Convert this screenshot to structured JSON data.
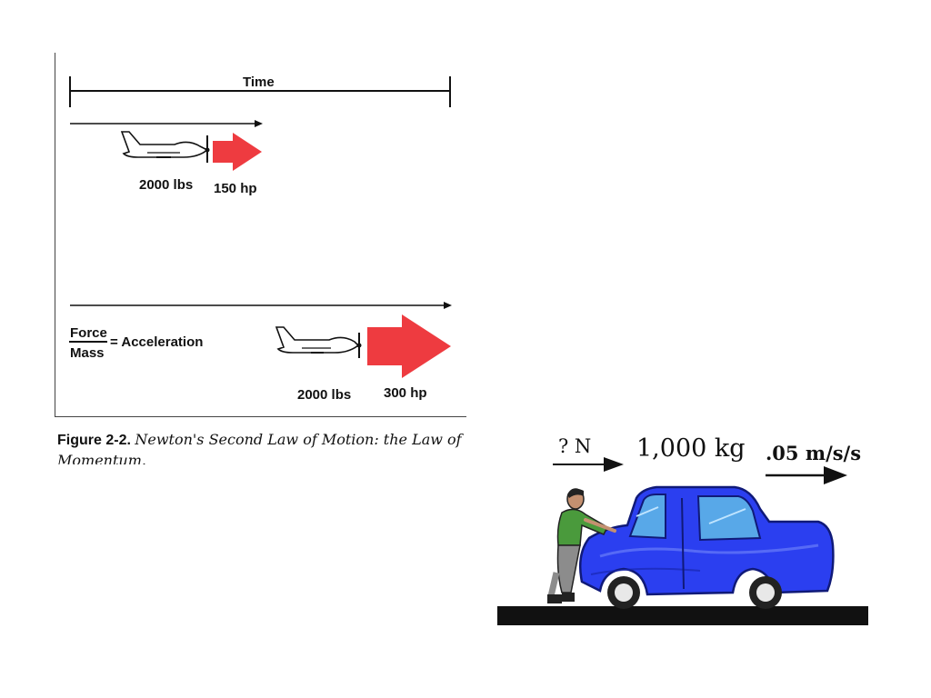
{
  "figure": {
    "time_label": "Time",
    "top_plane": {
      "weight": "2000 lbs",
      "power": "150 hp"
    },
    "bottom_plane": {
      "weight": "2000 lbs",
      "power": "300 hp"
    },
    "formula": {
      "numerator": "Force",
      "denominator": "Mass",
      "result": "= Acceleration"
    },
    "caption": {
      "number": "Figure 2-2.",
      "text": "Newton's Second Law of Motion: the Law of Momentum."
    },
    "colors": {
      "arrow_red": "#ee3b40",
      "line": "#111111"
    }
  },
  "car_scene": {
    "force_label": "? N",
    "mass_label": "1,000 kg",
    "acceleration_label": ".05 m/s/s",
    "colors": {
      "car_body": "#2b3ff0",
      "window": "#58a8e8",
      "shirt": "#4a9a3c",
      "pants": "#8c8c8c",
      "ground": "#111111"
    }
  }
}
